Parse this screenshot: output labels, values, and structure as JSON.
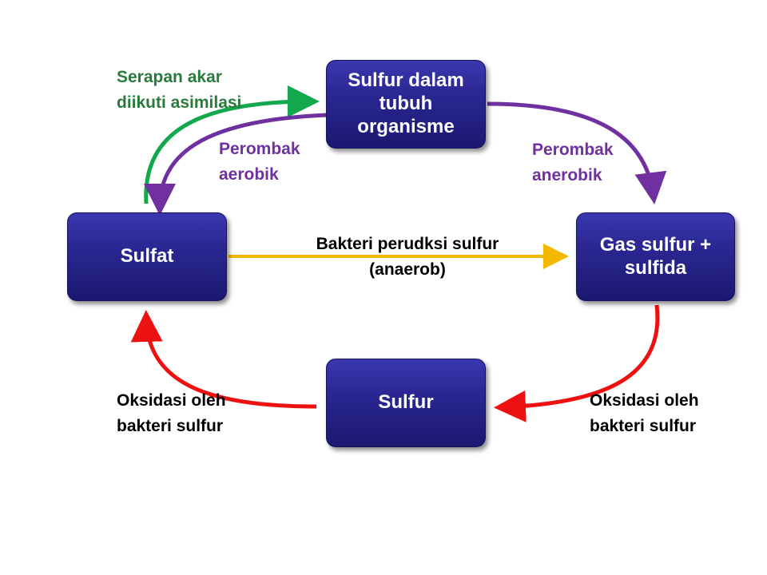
{
  "nodes": {
    "organism": "Sulfur dalam\ntubuh\norganisme",
    "sulfat": "Sulfat",
    "gas": "Gas sulfur +\nsulfida",
    "sulfur": "Sulfur"
  },
  "labels": {
    "root_uptake": "Serapan akar\ndiikuti asimilasi",
    "aerobic": "Perombak\naerobik",
    "anaerobic": "Perombak\nanerobik",
    "bacteria_reduction": "Bakteri perudksi sulfur\n(anaerob)",
    "oxidation_left": "Oksidasi oleh\nbakteri sulfur",
    "oxidation_right": "Oksidasi oleh\nbakteri sulfur"
  },
  "colors": {
    "node_fill": "#2a2792",
    "green": "#12a84b",
    "purple": "#7030a0",
    "orange": "#f5b800",
    "red": "#ee1111",
    "label_black": "#000000"
  }
}
